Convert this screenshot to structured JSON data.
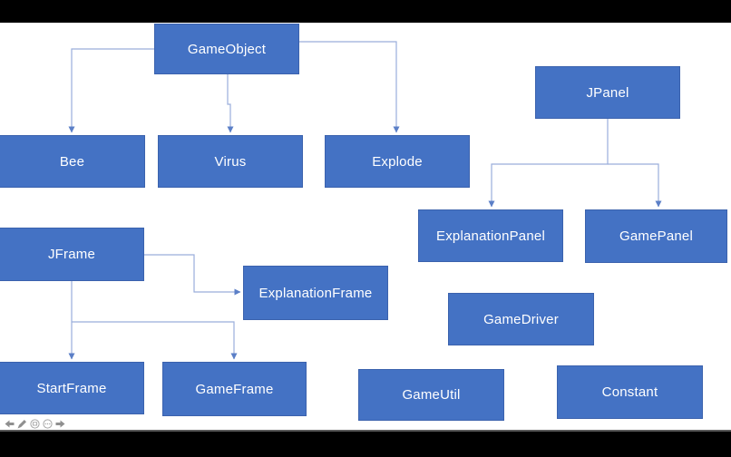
{
  "app": {
    "view": "presentation-slideshow"
  },
  "diagram": {
    "nodes": [
      {
        "id": "gameobject",
        "label": "GameObject"
      },
      {
        "id": "bee",
        "label": "Bee"
      },
      {
        "id": "virus",
        "label": "Virus"
      },
      {
        "id": "explode",
        "label": "Explode"
      },
      {
        "id": "jpanel",
        "label": "JPanel"
      },
      {
        "id": "explanationpanel",
        "label": "ExplanationPanel"
      },
      {
        "id": "gamepanel",
        "label": "GamePanel"
      },
      {
        "id": "jframe",
        "label": "JFrame"
      },
      {
        "id": "explanationframe",
        "label": "ExplanationFrame"
      },
      {
        "id": "startframe",
        "label": "StartFrame"
      },
      {
        "id": "gameframe",
        "label": "GameFrame"
      },
      {
        "id": "gamedriver",
        "label": "GameDriver"
      },
      {
        "id": "gameutil",
        "label": "GameUtil"
      },
      {
        "id": "constant",
        "label": "Constant"
      }
    ],
    "edges": [
      {
        "from": "GameObject",
        "to": "Bee"
      },
      {
        "from": "GameObject",
        "to": "Virus"
      },
      {
        "from": "GameObject",
        "to": "Explode"
      },
      {
        "from": "JPanel",
        "to": "ExplanationPanel"
      },
      {
        "from": "JPanel",
        "to": "GamePanel"
      },
      {
        "from": "JFrame",
        "to": "ExplanationFrame"
      },
      {
        "from": "JFrame",
        "to": "StartFrame"
      },
      {
        "from": "JFrame",
        "to": "GameFrame"
      }
    ],
    "colors": {
      "node_fill": "#4472C4",
      "node_border": "#3B62AD",
      "node_text": "#FFFFFF",
      "connector": "#9AAEDB",
      "arrow": "#5B7FC7",
      "slide_bg": "#FFFFFF",
      "letterbox": "#000000",
      "toolbar_icon": "#8F8F8F"
    }
  },
  "toolbar": {
    "icons": [
      {
        "name": "previous-slide"
      },
      {
        "name": "pen"
      },
      {
        "name": "see-all-slides"
      },
      {
        "name": "more-options"
      },
      {
        "name": "next-slide"
      }
    ]
  }
}
